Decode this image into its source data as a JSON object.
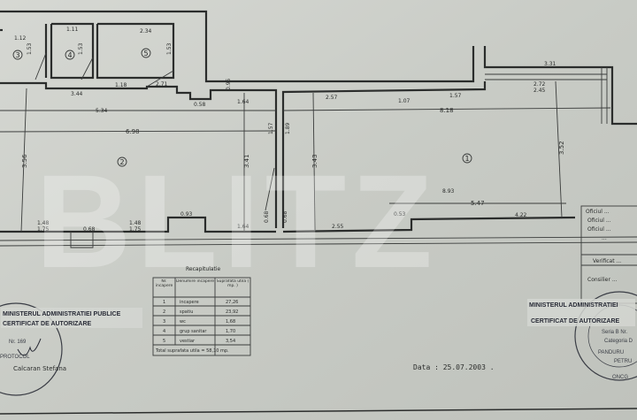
{
  "watermark": "BLITZ",
  "rooms": [
    "1",
    "2",
    "3",
    "4",
    "5"
  ],
  "dimensions": [
    "1.12",
    "1.11",
    "2.34",
    "1.53",
    "1.53",
    "1.53",
    "3.44",
    "5.34",
    "6.98",
    "3.56",
    "3.41",
    "3.43",
    "3.52",
    "1.64",
    "1.57",
    "1.89",
    "2.57",
    "1.07",
    "1.57",
    "8.18",
    "3.31",
    "2.72",
    "2.45",
    "0.95",
    "0.58",
    "1.18",
    "8.93",
    "5.47",
    "4.22",
    "0.93",
    "2.55",
    "1.64",
    "0.68",
    "0.68",
    "1.48",
    "1.75",
    "1.48",
    "1.75",
    "0.68",
    "0.53",
    "2.71"
  ],
  "recap": {
    "title": "Recapitulatie",
    "headers": [
      "Nr. incapere",
      "Denumire incapere",
      "Suprafata utila ( mp. )"
    ],
    "rows": [
      [
        "1",
        "incapere",
        "27,26"
      ],
      [
        "2",
        "spatiu",
        "23,92"
      ],
      [
        "3",
        "wc",
        "1,68"
      ],
      [
        "4",
        "grup sanitar",
        "1,70"
      ],
      [
        "5",
        "vestiar",
        "3,54"
      ]
    ],
    "total": "Total suprafata utila = 58,10 mp."
  },
  "signature": "Calcaran Stefana",
  "date": "Data : 25.07.2003 .",
  "right_box": [
    "Oficiul ...",
    "Oficiul ...",
    "Oficiul ...",
    "...",
    "Verificat ...",
    "Consilier ..."
  ],
  "stamp_left": [
    "MINISTERUL ADMINISTRATIEI PUBLICE",
    "CERTIFICAT DE AUTORIZARE",
    "Nr. 169",
    "PROTOCOL"
  ],
  "stamp_right": [
    "MINISTERUL ADMINISTRATIEI",
    "CERTIFICAT DE AUTORIZARE",
    "Seria B Nr.",
    "Categoria D",
    "PANDURU",
    "PETRU",
    "ONCG"
  ],
  "colors": {
    "paper": "#c9ccc6",
    "ink": "#2b2d2c",
    "stamp": "#3a3d45"
  }
}
